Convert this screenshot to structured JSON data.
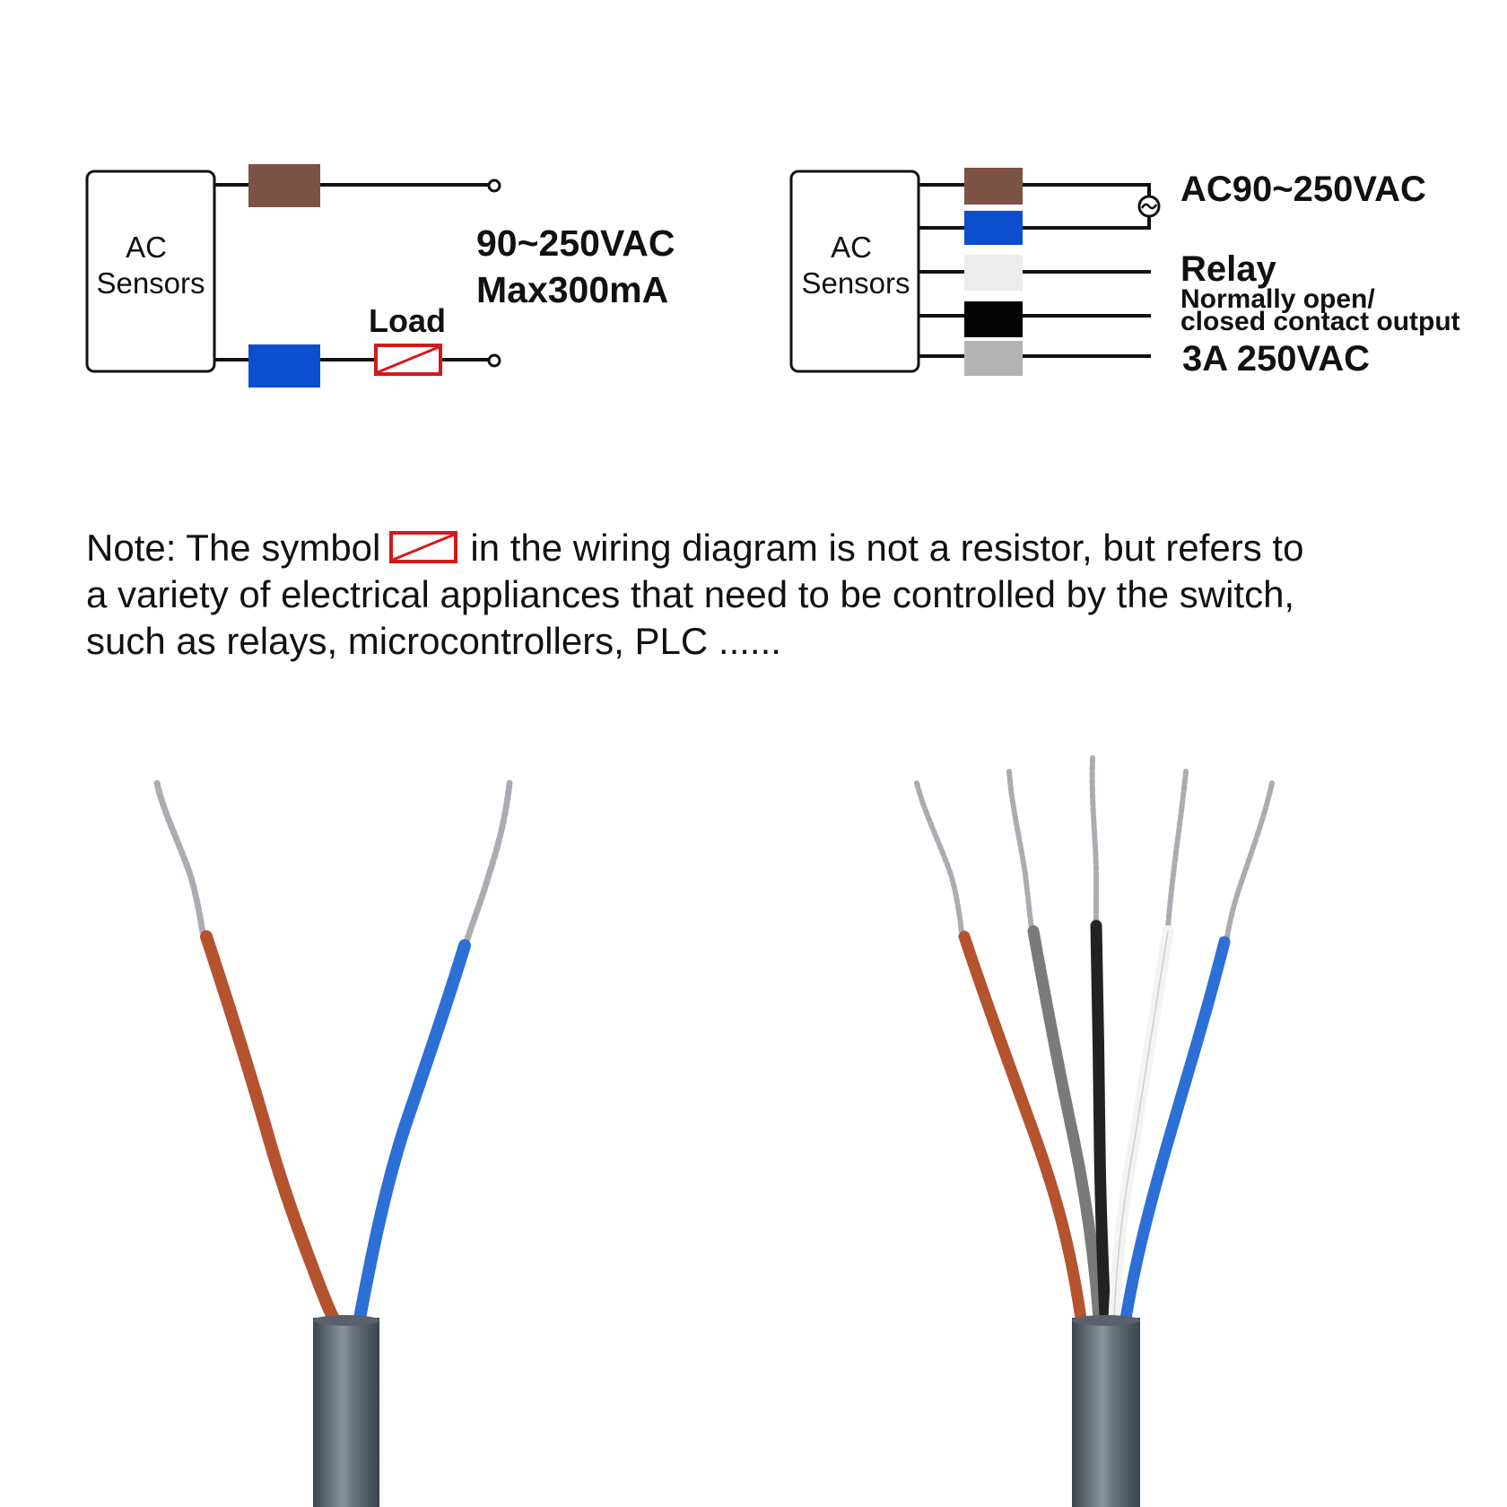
{
  "left_diagram": {
    "sensor_label_line1": "AC",
    "sensor_label_line2": "Sensors",
    "voltage": "90~250VAC",
    "current": "Max300mA",
    "load_label": "Load"
  },
  "right_diagram": {
    "sensor_label_line1": "AC",
    "sensor_label_line2": "Sensors",
    "supply": "AC90~250VAC",
    "ac_symbol": "~",
    "relay_title": "Relay",
    "relay_desc_line1": "Normally open/",
    "relay_desc_line2": "closed contact output",
    "relay_rating": "3A 250VAC"
  },
  "note": {
    "prefix": "Note: The symbol",
    "after_symbol": "in the wiring diagram is not a resistor, but refers to",
    "line2": "a variety of electrical appliances that need to be controlled by the switch,",
    "line3": "such as relays, microcontrollers, PLC ......"
  },
  "colors": {
    "brown": "#7b5244",
    "blue": "#0b4fce",
    "white": "#ececec",
    "black": "#050505",
    "gray": "#b3b3b3",
    "load_red": "#d11a1a",
    "cable_jacket": "#4a5560",
    "wire_brown": "#b5532f",
    "wire_blue": "#2c6fd6",
    "wire_gray": "#7a7a7a",
    "wire_black": "#222222",
    "wire_white": "#f4f4f4"
  },
  "icons": [
    "ac-source-icon",
    "load-symbol-icon"
  ]
}
